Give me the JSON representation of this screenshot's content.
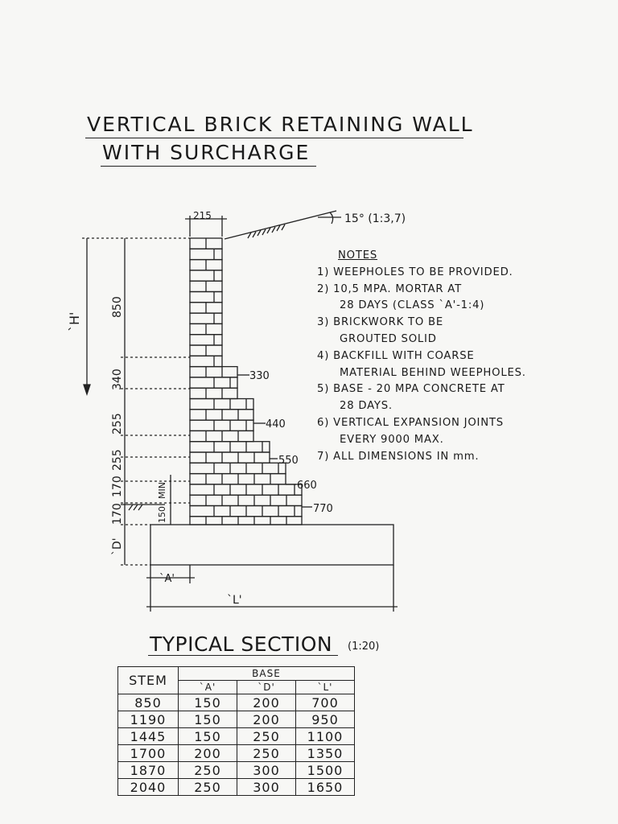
{
  "title": {
    "line1": "VERTICAL BRICK RETAINING WALL",
    "line2": "WITH SURCHARGE"
  },
  "dimensions": {
    "wall_top": "215",
    "slope": "15° (1:3,7)",
    "h_label": "`H'",
    "d_label": "`D'",
    "a_label": "`A'",
    "l_label": "`L'",
    "heights": [
      "850",
      "340",
      "255",
      "255",
      "170",
      "170"
    ],
    "min_label": "MIN",
    "min_value": "150",
    "steps": [
      "330",
      "440",
      "550",
      "660",
      "770"
    ]
  },
  "notes": {
    "heading": "NOTES",
    "items": [
      "1) WEEPHOLES TO BE PROVIDED.",
      "2) 10,5 MPA. MORTAR AT",
      "28 DAYS (CLASS `A'-1:4)",
      "3) BRICKWORK TO BE",
      "GROUTED SOLID",
      "4) BACKFILL WITH COARSE",
      "MATERIAL BEHIND WEEPHOLES.",
      "5) BASE - 20 MPA CONCRETE AT",
      "28 DAYS.",
      "6) VERTICAL EXPANSION JOINTS",
      "EVERY 9000 MAX.",
      "7) ALL DIMENSIONS IN mm."
    ]
  },
  "section": {
    "title": "TYPICAL SECTION",
    "scale": "(1:20)"
  },
  "table": {
    "stem_header": "STEM",
    "base_header": "BASE",
    "sub_headers": [
      "`A'",
      "`D'",
      "`L'"
    ],
    "rows": [
      [
        "850",
        "150",
        "200",
        "700"
      ],
      [
        "1190",
        "150",
        "200",
        "950"
      ],
      [
        "1445",
        "150",
        "250",
        "1100"
      ],
      [
        "1700",
        "200",
        "250",
        "1350"
      ],
      [
        "1870",
        "250",
        "300",
        "1500"
      ],
      [
        "2040",
        "250",
        "300",
        "1650"
      ]
    ]
  }
}
